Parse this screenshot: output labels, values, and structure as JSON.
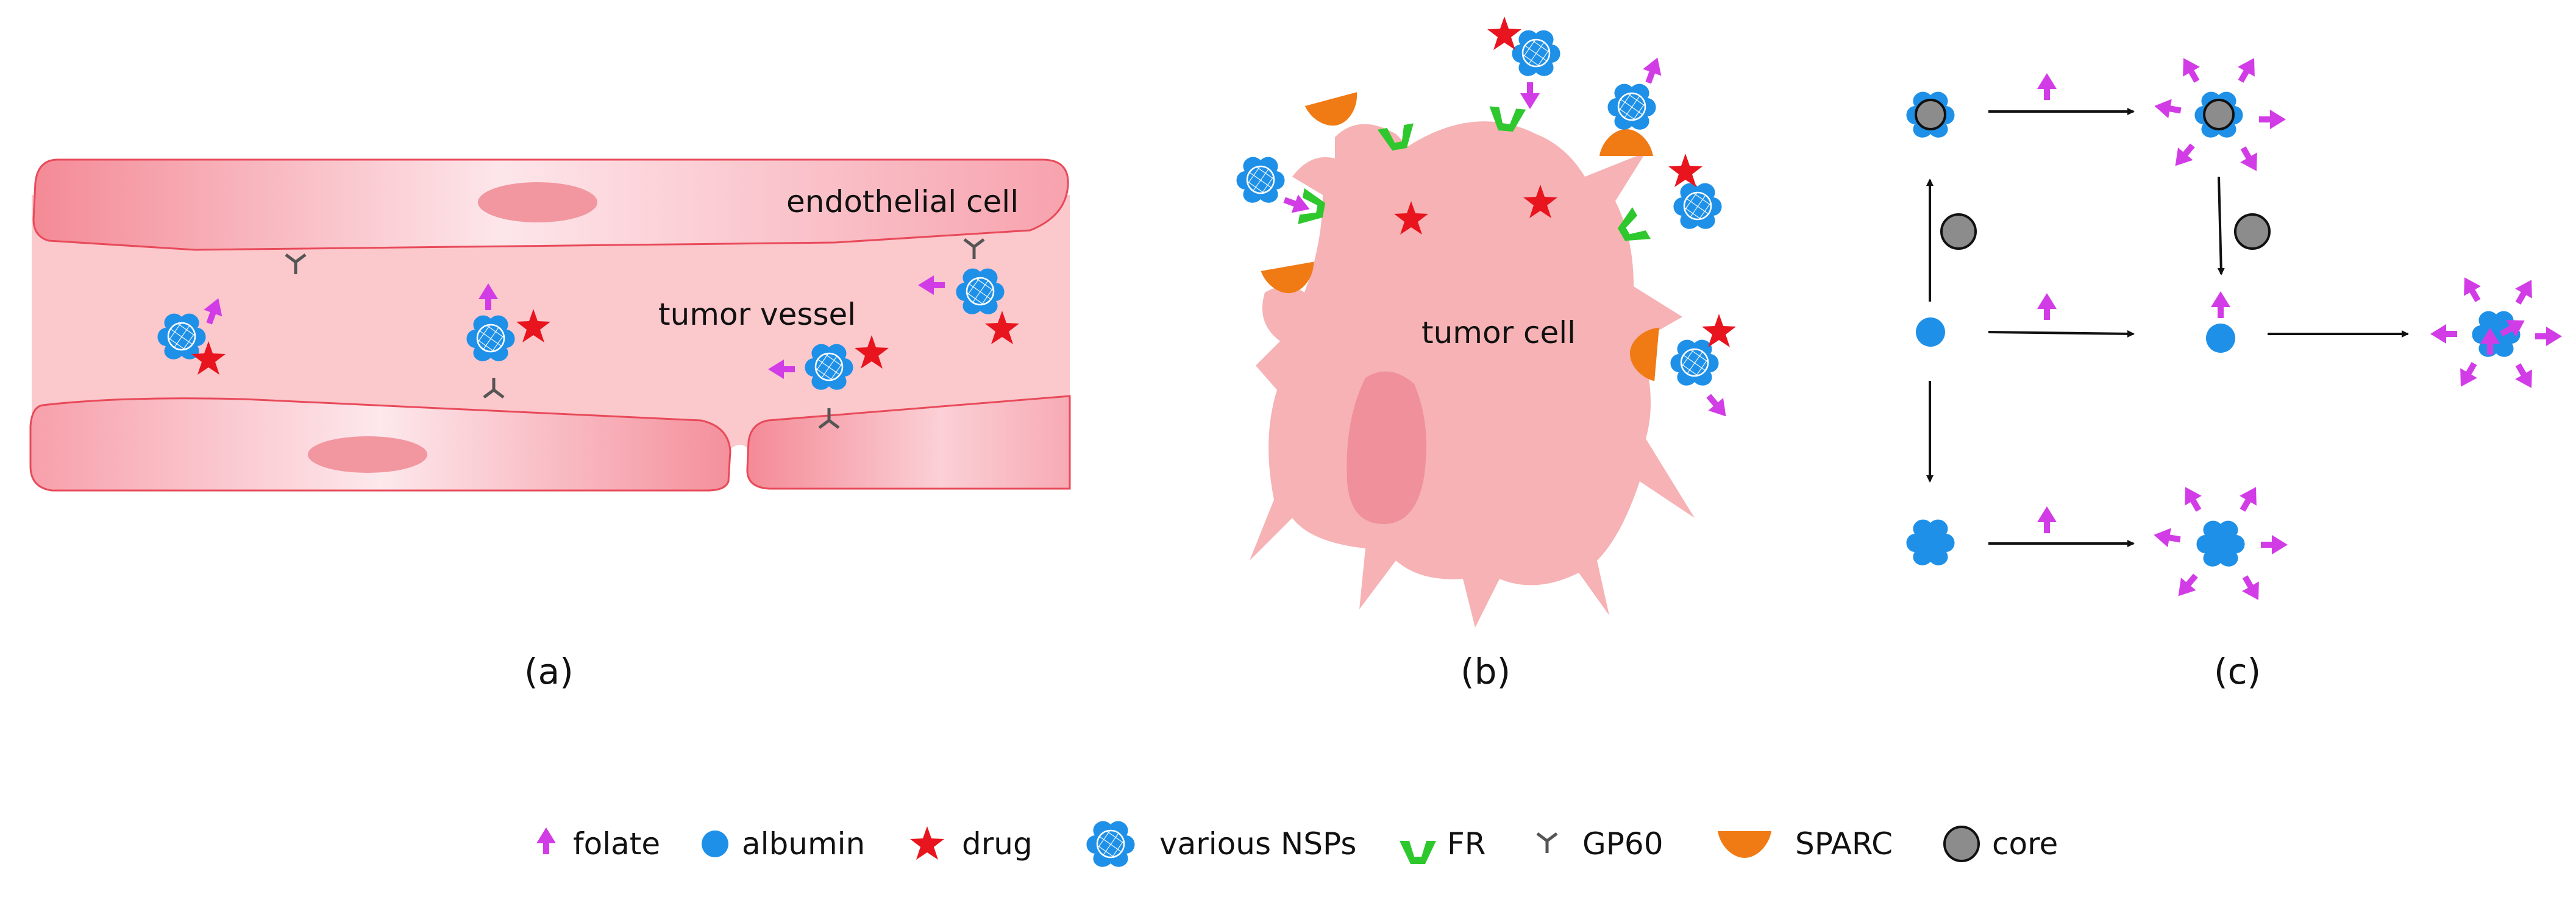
{
  "panels": {
    "a": {
      "label": "(a)",
      "endothelial_label": "endothelial cell",
      "vessel_label": "tumor vessel"
    },
    "b": {
      "label": "(b)",
      "cell_label": "tumor cell"
    },
    "c": {
      "label": "(c)"
    }
  },
  "legend": [
    {
      "key": "folate",
      "label": "folate",
      "icon": "folate-icon"
    },
    {
      "key": "albumin",
      "label": "albumin",
      "icon": "albumin-icon"
    },
    {
      "key": "drug",
      "label": "drug",
      "icon": "drug-icon"
    },
    {
      "key": "nsp",
      "label": "various NSPs",
      "icon": "nsp-icon"
    },
    {
      "key": "fr",
      "label": "FR",
      "icon": "fr-icon"
    },
    {
      "key": "gp60",
      "label": "GP60",
      "icon": "gp60-icon"
    },
    {
      "key": "sparc",
      "label": "SPARC",
      "icon": "sparc-icon"
    },
    {
      "key": "core",
      "label": "core",
      "icon": "core-icon"
    }
  ],
  "colors": {
    "folate": "#d23ce6",
    "albumin": "#1e90e8",
    "drug": "#e8141e",
    "fr": "#2ec82e",
    "gp60": "#555555",
    "sparc": "#f07a14",
    "core": "#8c8c8c",
    "vessel": "#fbc8c8",
    "endothelial": "#f7a0a8",
    "tumor_cell": "#f6b0b0",
    "nucleus": "#f0909a"
  }
}
